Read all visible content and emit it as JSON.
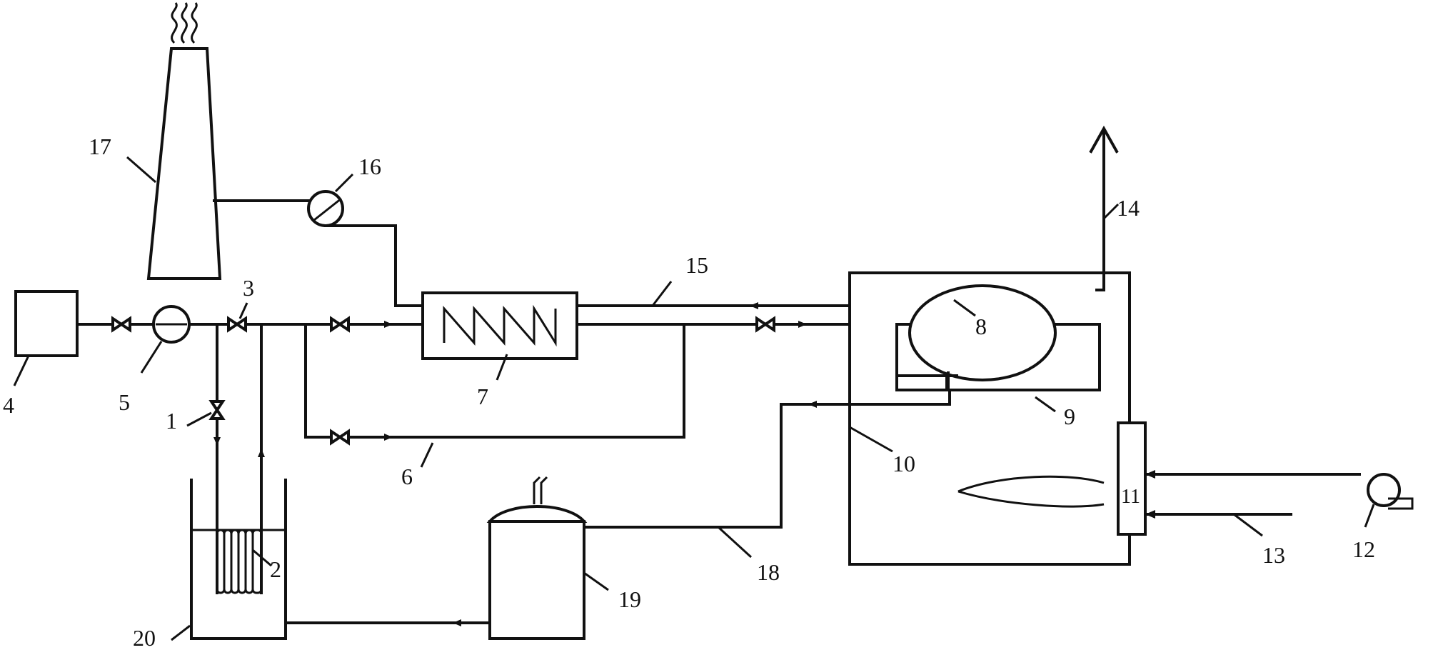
{
  "diagram": {
    "labels": {
      "n1": "1",
      "n2": "2",
      "n3": "3",
      "n4": "4",
      "n5": "5",
      "n6": "6",
      "n7": "7",
      "n8": "8",
      "n9": "9",
      "n10": "10",
      "n11": "11",
      "n12": "12",
      "n13": "13",
      "n14": "14",
      "n15": "15",
      "n16": "16",
      "n17": "17",
      "n18": "18",
      "n19": "19",
      "n20": "20"
    }
  }
}
